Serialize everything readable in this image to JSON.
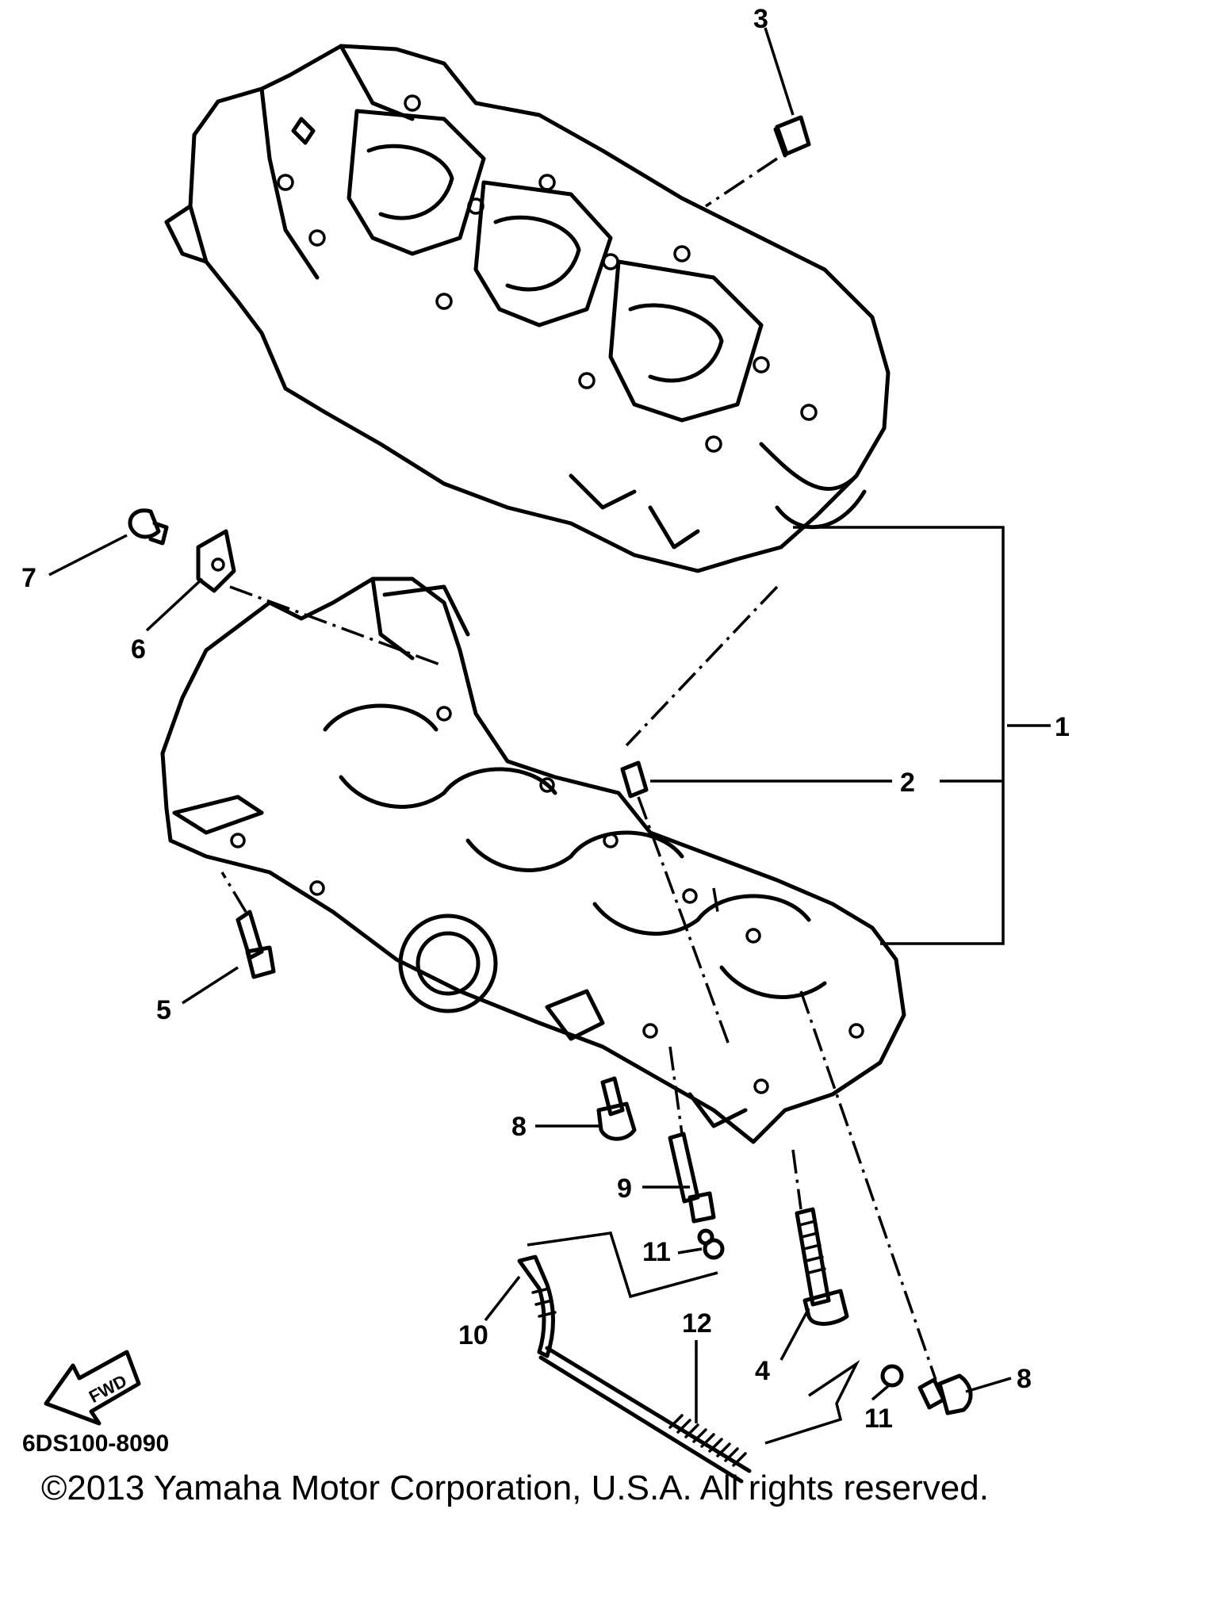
{
  "callouts": [
    {
      "id": "c1",
      "label": "1"
    },
    {
      "id": "c2",
      "label": "2"
    },
    {
      "id": "c3",
      "label": "3"
    },
    {
      "id": "c4",
      "label": "4"
    },
    {
      "id": "c5",
      "label": "5"
    },
    {
      "id": "c6",
      "label": "6"
    },
    {
      "id": "c7",
      "label": "7"
    },
    {
      "id": "c8a",
      "label": "8"
    },
    {
      "id": "c8b",
      "label": "8"
    },
    {
      "id": "c9",
      "label": "9"
    },
    {
      "id": "c10",
      "label": "10"
    },
    {
      "id": "c11a",
      "label": "11"
    },
    {
      "id": "c11b",
      "label": "11"
    },
    {
      "id": "c12",
      "label": "12"
    }
  ],
  "fwd_label": "FWD",
  "diagram_code": "6DS100-8090",
  "copyright": "©2013 Yamaha Motor Corporation, U.S.A. All rights reserved."
}
